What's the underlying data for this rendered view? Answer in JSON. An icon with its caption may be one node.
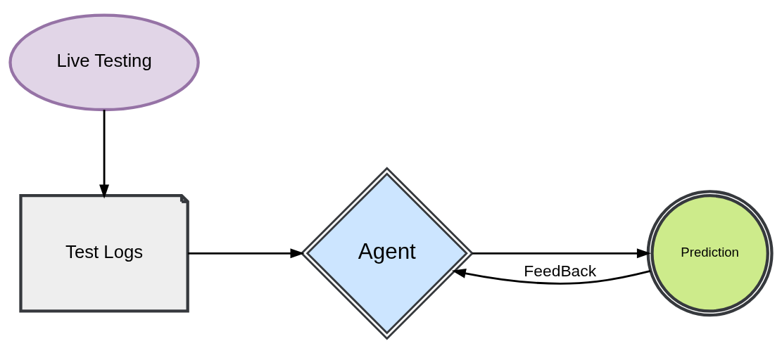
{
  "diagram": {
    "nodes": [
      {
        "text": [
          "Live Testing"
        ]
      },
      {
        "text": [
          "Test Logs"
        ]
      },
      {
        "text": [
          "Agent"
        ]
      },
      {
        "text": [
          "Prediction"
        ]
      }
    ],
    "edges": [
      {
        "from": 0,
        "to": 1,
        "arrow": "to"
      },
      {
        "from": 1,
        "to": 2,
        "arrow": "to"
      },
      {
        "from": 2,
        "to": 3,
        "arrow": "to"
      },
      {
        "from": 3,
        "to": 2,
        "arrow": "to",
        "label": "FeedBack"
      }
    ]
  }
}
